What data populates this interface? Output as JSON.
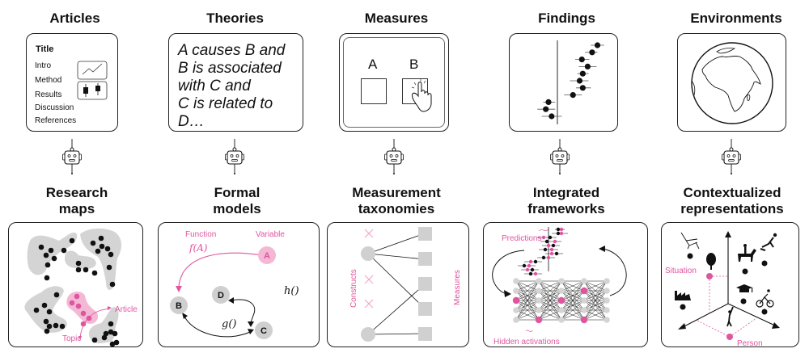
{
  "colors": {
    "accent_pink": "#e0559f",
    "light_pink": "#f2b8d4",
    "gray_blob": "#d4d4d4",
    "node_gray": "#cfcfcf",
    "stroke": "#111111"
  },
  "top_row": [
    {
      "title": "Articles"
    },
    {
      "title": "Theories"
    },
    {
      "title": "Measures"
    },
    {
      "title": "Findings"
    },
    {
      "title": "Environments"
    }
  ],
  "articles": {
    "heading": "Title",
    "sections": [
      "Intro",
      "Method",
      "Results",
      "Discussion",
      "References"
    ],
    "icons": [
      "line-chart-icon",
      "box-plot-icon"
    ]
  },
  "theories": {
    "lines": [
      "A causes B and",
      "B is associated",
      "with C and",
      "C is related to",
      "D…"
    ]
  },
  "measures": {
    "option_a": "A",
    "option_b": "B",
    "icon": "hand-pointer-icon"
  },
  "findings": {
    "icon": "forest-plot",
    "estimates": [
      {
        "est": 0.9,
        "lo": 0.75,
        "hi": 1.05
      },
      {
        "est": 0.78,
        "lo": 0.62,
        "hi": 0.9
      },
      {
        "est": 0.55,
        "lo": 0.4,
        "hi": 0.72
      },
      {
        "est": 0.68,
        "lo": 0.48,
        "hi": 0.88
      },
      {
        "est": 0.57,
        "lo": 0.45,
        "hi": 0.7
      },
      {
        "est": 0.5,
        "lo": 0.28,
        "hi": 0.7
      },
      {
        "est": 0.57,
        "lo": 0.42,
        "hi": 0.75
      },
      {
        "est": 0.35,
        "lo": 0.15,
        "hi": 0.55
      },
      {
        "est": -0.2,
        "lo": -0.32,
        "hi": -0.05
      },
      {
        "est": -0.26,
        "lo": -0.45,
        "hi": -0.05
      },
      {
        "est": -0.13,
        "lo": -0.35,
        "hi": 0.1
      }
    ],
    "null_line": 0
  },
  "environments": {
    "icon": "globe-icon"
  },
  "connector": {
    "icon": "robot-icon"
  },
  "bottom_row": [
    {
      "title_line1": "Research",
      "title_line2": "maps"
    },
    {
      "title_line1": "Formal",
      "title_line2": "models"
    },
    {
      "title_line1": "Measurement",
      "title_line2": "taxonomies"
    },
    {
      "title_line1": "Integrated",
      "title_line2": "frameworks"
    },
    {
      "title_line1": "Contextualized",
      "title_line2": "representations"
    }
  ],
  "research_maps": {
    "article_label": "Article",
    "topic_label": "Topic"
  },
  "formal_models": {
    "function_label": "Function",
    "variable_label": "Variable",
    "function_expr": "f(A)",
    "nodes": [
      "A",
      "B",
      "C",
      "D"
    ],
    "edge_g": "g()",
    "edge_h": "h()"
  },
  "taxonomies": {
    "constructs_label": "Constructs",
    "measures_label": "Measures"
  },
  "frameworks": {
    "predictions_label": "Predictions",
    "hidden_label": "Hidden activations"
  },
  "contextualized": {
    "situation_label": "Situation",
    "person_label": "Person"
  }
}
